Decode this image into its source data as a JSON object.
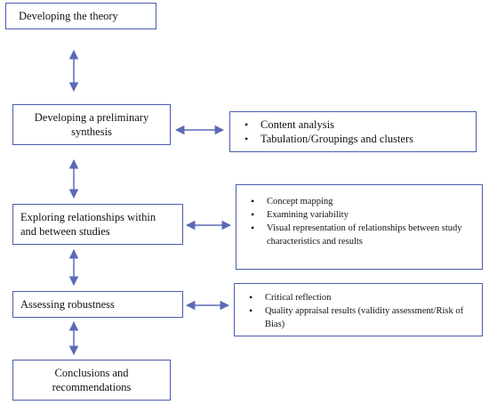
{
  "stages": [
    {
      "id": "theory",
      "lines": [
        "Developing the theory"
      ]
    },
    {
      "id": "synthesis",
      "lines": [
        "Developing a preliminary",
        "synthesis"
      ]
    },
    {
      "id": "relationships",
      "lines": [
        "Exploring relationships within",
        "and between studies"
      ]
    },
    {
      "id": "robustness",
      "lines": [
        "Assessing robustness"
      ]
    },
    {
      "id": "conclusions",
      "lines": [
        "Conclusions and",
        "recommendations"
      ]
    }
  ],
  "details": [
    {
      "id": "synthesis-details",
      "items": [
        "Content analysis",
        "Tabulation/Groupings and clusters"
      ]
    },
    {
      "id": "relationships-details",
      "items": [
        "Concept mapping",
        "Examining variability",
        "Visual representation of relationships between study characteristics and results"
      ]
    },
    {
      "id": "robustness-details",
      "items": [
        "Critical reflection",
        "Quality appraisal results (validity assessment/Risk of Bias)"
      ]
    }
  ],
  "colors": {
    "border": "#4a5cae",
    "arrow": "#5a6ab8"
  }
}
